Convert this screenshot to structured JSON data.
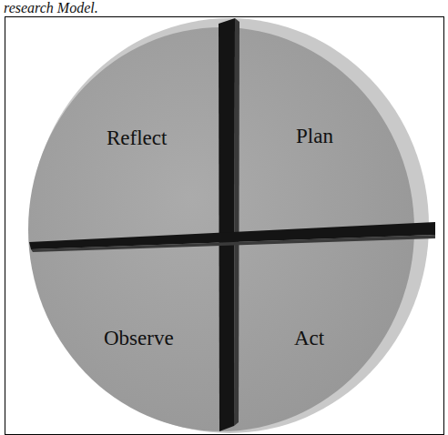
{
  "diagram": {
    "caption": "research Model.",
    "nodes": [
      {
        "text": [
          "Reflect"
        ]
      },
      {
        "text": [
          "Plan"
        ]
      },
      {
        "text": [
          "Observe"
        ]
      },
      {
        "text": [
          "Act"
        ]
      }
    ]
  }
}
